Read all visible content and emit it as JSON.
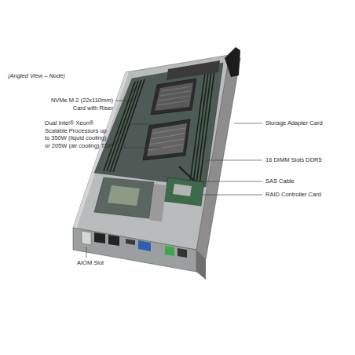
{
  "diagram": {
    "labels": [
      "(Angled View – Node)",
      "NVMe M.2 (22x110mm) Card with Riser",
      "Dual Intel® Xeon® Scalable Processors up to 350W (liquid cooling) or 205W (air cooling) TDP",
      "Storage Adapter Card",
      "16 DIMM Slots DDR5",
      "SAS Cable",
      "RAID Controller Card",
      "AIOM Slot"
    ]
  }
}
